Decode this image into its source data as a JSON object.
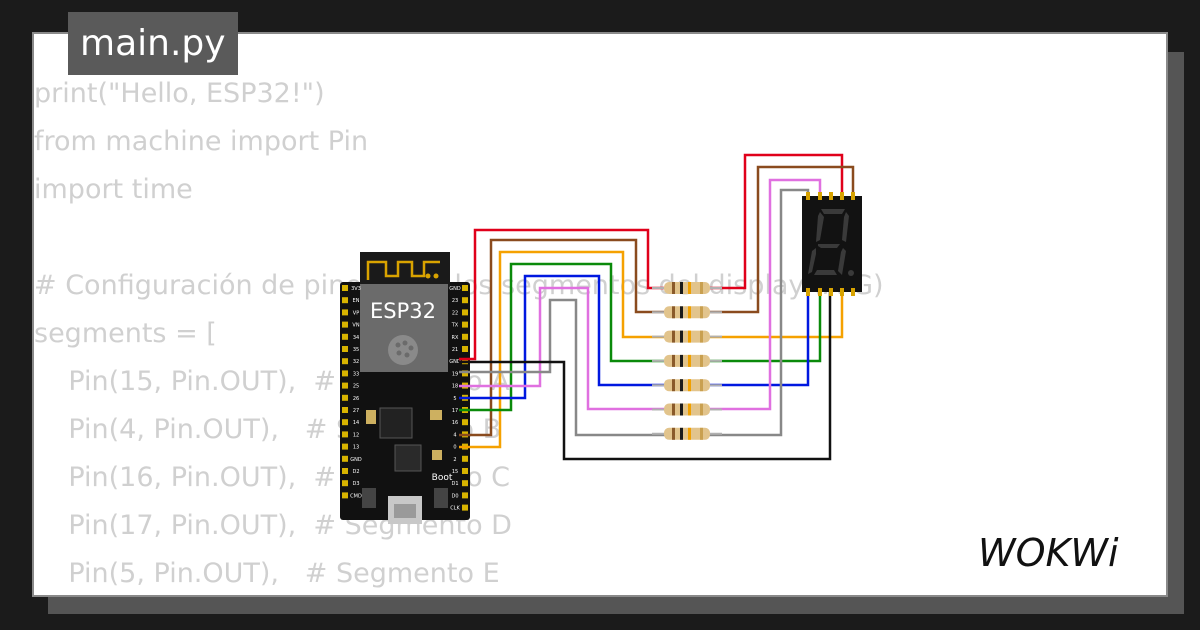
{
  "tab": {
    "filename": "main.py"
  },
  "code": {
    "lines": [
      "print(\"Hello, ESP32!\")",
      "from machine import Pin",
      "import time",
      "",
      "# Configuración de pines para los segmentos del display (A-G)",
      "segments = [",
      "    Pin(15, Pin.OUT),  # Segmento A",
      "    Pin(4, Pin.OUT),   # Segmento B",
      "    Pin(16, Pin.OUT),  # Segmento C",
      "    Pin(17, Pin.OUT),  # Segmento D",
      "    Pin(5, Pin.OUT),   # Segmento E"
    ]
  },
  "board": {
    "chip_label": "ESP32",
    "boot_label": "Boot",
    "left_pins": [
      "3V3",
      "EN",
      "VP",
      "VN",
      "34",
      "35",
      "32",
      "33",
      "25",
      "26",
      "27",
      "14",
      "12",
      "13",
      "GND",
      "D2",
      "D3",
      "CMD"
    ],
    "right_pins": [
      "GND",
      "23",
      "22",
      "TX",
      "RX",
      "21",
      "GND",
      "19",
      "18",
      "5",
      "17",
      "16",
      "4",
      "0",
      "2",
      "15",
      "D1",
      "D0",
      "CLK"
    ]
  },
  "resistor_count": 7,
  "wire_colors": {
    "a": "#e0001a",
    "b": "#8a4b1e",
    "c": "#f5a100",
    "d": "#0a8a0a",
    "e": "#0018e0",
    "f": "#e070e0",
    "g": "#888888",
    "common": "#111111"
  },
  "brand": {
    "name": "WOKWi"
  }
}
